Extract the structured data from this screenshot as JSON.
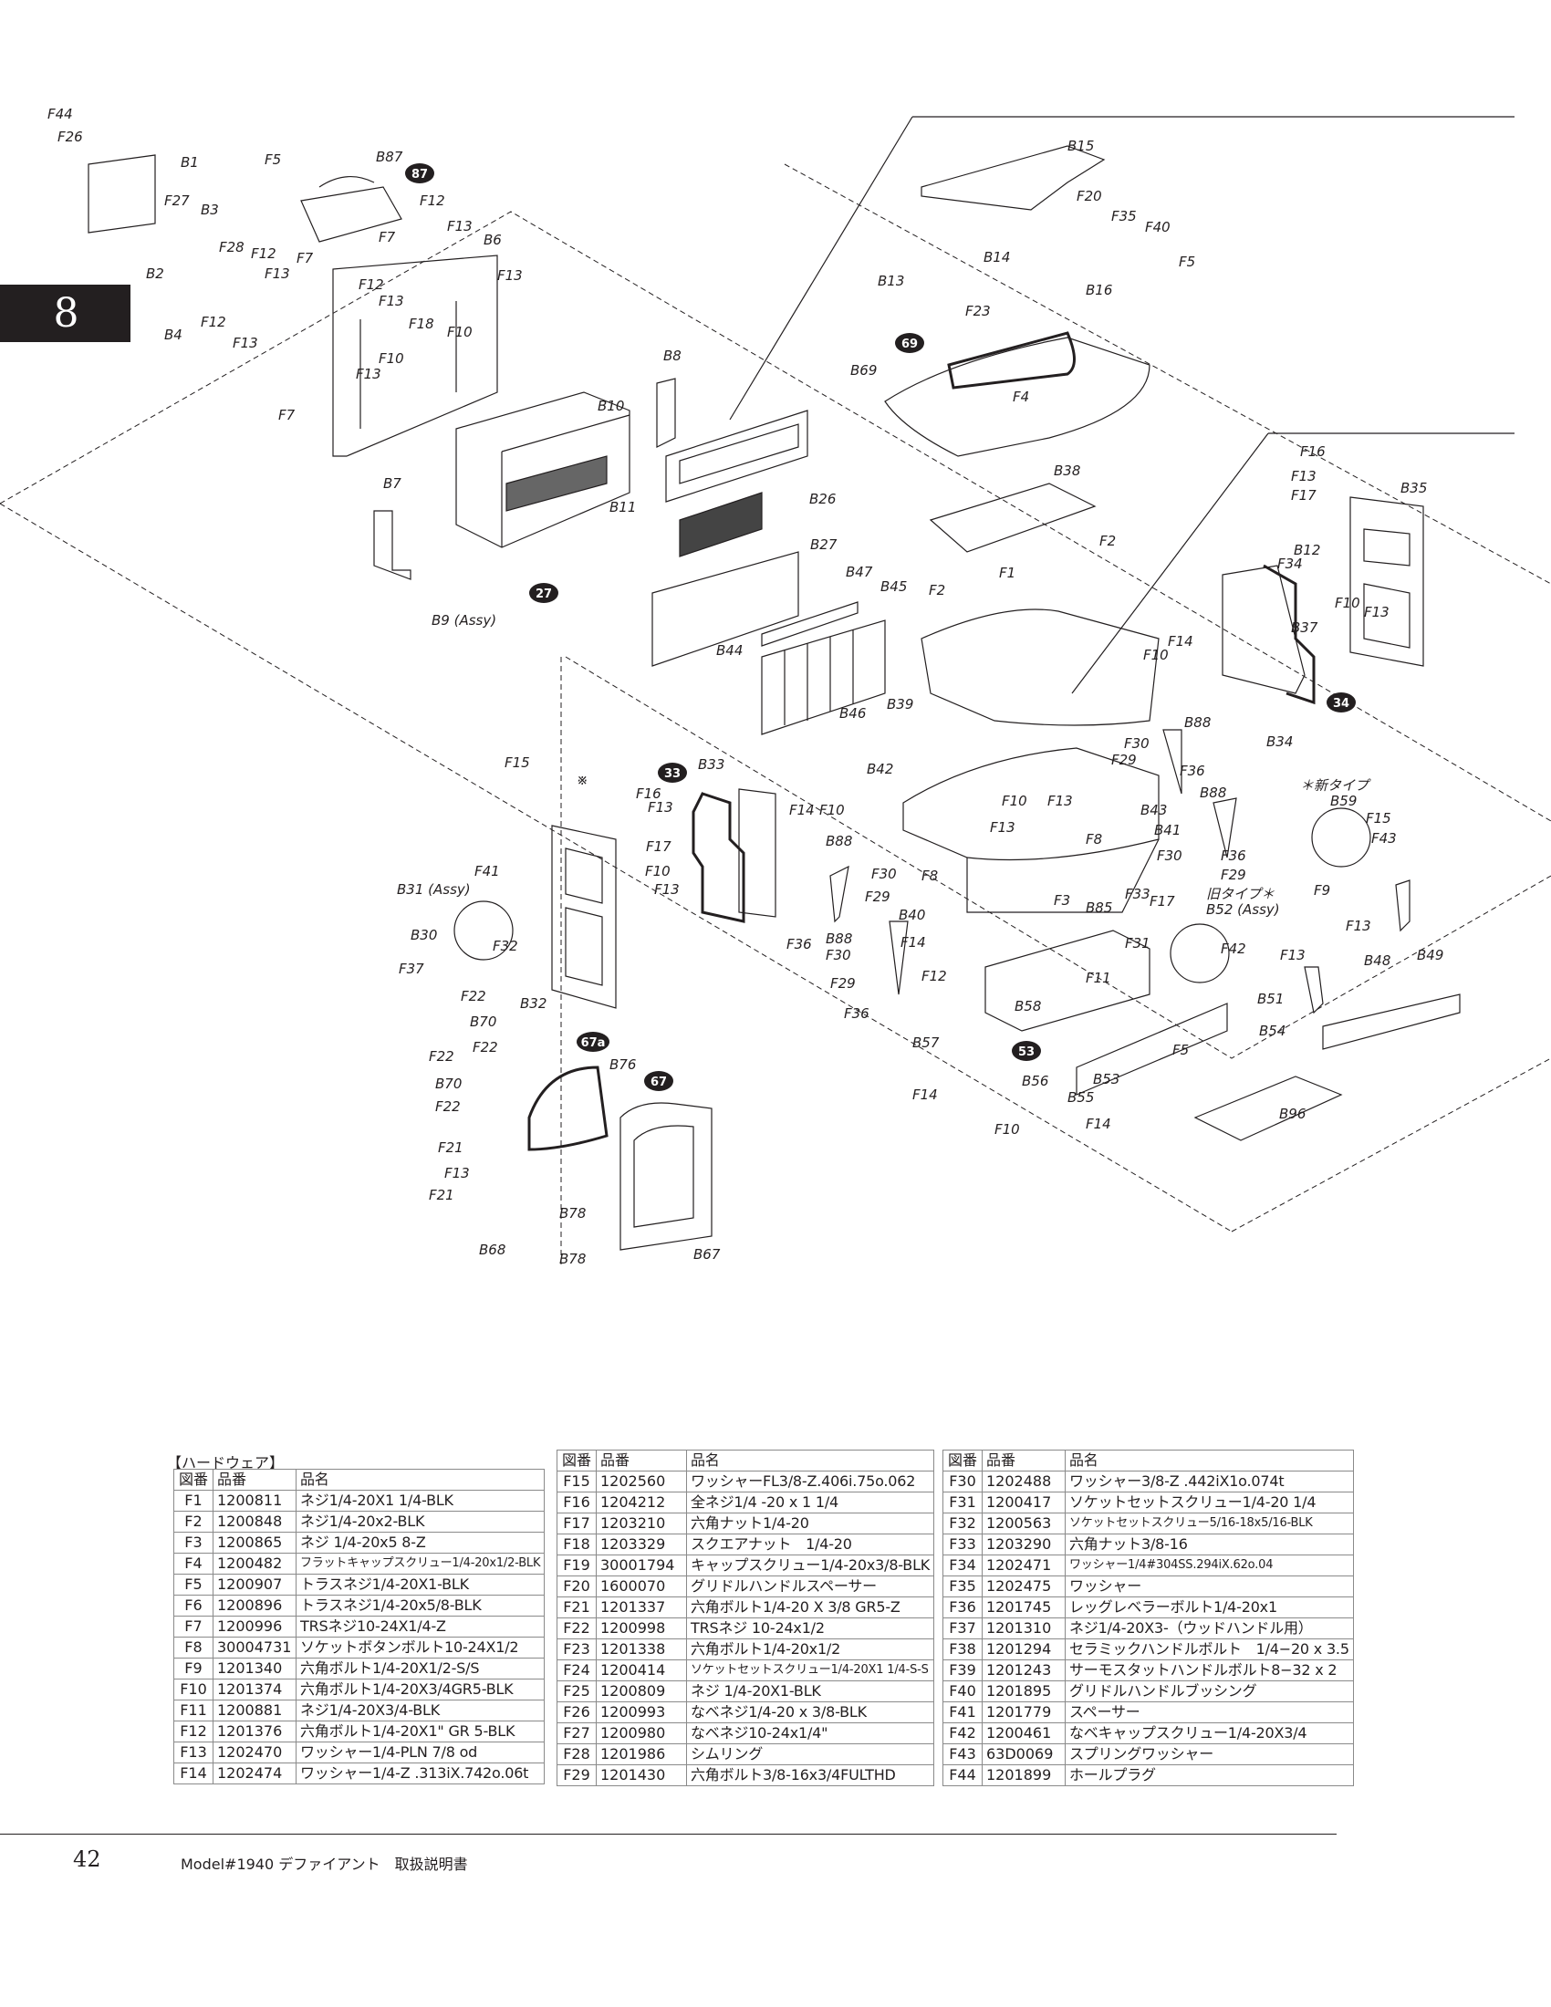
{
  "chapter_tab": "8",
  "diagram_labels": {
    "F44": "F44",
    "F26": "F26",
    "B1": "B1",
    "F27": "F27",
    "B3": "B3",
    "F28": "F28",
    "B2": "B2",
    "B4": "B4",
    "F12": "F12",
    "F13": "F13",
    "F7": "F7",
    "F5": "F5",
    "B87": "B87",
    "B6": "B6",
    "F10": "F10",
    "F18": "F18",
    "B7": "B7",
    "B9": "B9 (Assy)",
    "B10": "B10",
    "B11": "B11",
    "B8": "B8",
    "B26": "B26",
    "B27": "B27",
    "B15": "B15",
    "F20": "F20",
    "F35": "F35",
    "F40": "F40",
    "B14": "B14",
    "B16": "B16",
    "B13": "B13",
    "F23": "F23",
    "B69": "B69",
    "F4": "F4",
    "B38": "B38",
    "F2": "F2",
    "F1": "F1",
    "B47": "B47",
    "B45": "B45",
    "B44": "B44",
    "B46": "B46",
    "B39": "B39",
    "F16": "F16",
    "F17": "F17",
    "B35": "B35",
    "B12": "B12",
    "F34": "F34",
    "B37": "B37",
    "F14": "F14",
    "B34": "B34",
    "B88": "B88",
    "F30": "F30",
    "F29": "F29",
    "F36": "F36",
    "B59": "B59",
    "F15": "F15",
    "F43": "F43",
    "new_type": "＊新タイプ",
    "old_type": "旧タイプ＊",
    "B41": "B41",
    "B43": "B43",
    "F8": "F8",
    "B42": "B42",
    "B33": "B33",
    "B31": "B31 (Assy)",
    "F41": "F41",
    "B30": "B30",
    "F32": "F32",
    "F37": "F37",
    "B32": "B32",
    "F22": "F22",
    "B70": "B70",
    "B76": "B76",
    "F21": "F21",
    "B68": "B68",
    "B78": "B78",
    "B67": "B67",
    "B40": "B40",
    "F3": "F3",
    "B85": "B85",
    "F33": "F33",
    "B52": "B52 (Assy)",
    "F42": "F42",
    "F31": "F31",
    "F11": "F11",
    "B58": "B58",
    "B57": "B57",
    "B56": "B56",
    "B55": "B55",
    "B53": "B53",
    "B51": "B51",
    "B54": "B54",
    "B96": "B96",
    "F9": "F9",
    "B48": "B48",
    "B49": "B49",
    "note_mark": "※"
  },
  "badges": [
    "87",
    "69",
    "27",
    "33",
    "34",
    "67a",
    "67",
    "53"
  ],
  "hardware": {
    "title": "【ハードウェア】",
    "headers": {
      "code": "図番",
      "part": "品番",
      "name": "品名"
    },
    "columns": [
      [
        {
          "code": "F1",
          "part": "1200811",
          "name": "ネジ1/4-20X1 1/4-BLK"
        },
        {
          "code": "F2",
          "part": "1200848",
          "name": "ネジ1/4-20x2-BLK"
        },
        {
          "code": "F3",
          "part": "1200865",
          "name": "ネジ 1/4-20x5 8-Z"
        },
        {
          "code": "F4",
          "part": "1200482",
          "name": "フラットキャップスクリュー1/4-20x1/2-BLK"
        },
        {
          "code": "F5",
          "part": "1200907",
          "name": "トラスネジ1/4-20X1-BLK"
        },
        {
          "code": "F6",
          "part": "1200896",
          "name": "トラスネジ1/4-20x5/8-BLK"
        },
        {
          "code": "F7",
          "part": "1200996",
          "name": "TRSネジ10-24X1/4-Z"
        },
        {
          "code": "F8",
          "part": "30004731",
          "name": "ソケットボタンボルト10-24X1/2"
        },
        {
          "code": "F9",
          "part": "1201340",
          "name": "六角ボルト1/4-20X1/2-S/S"
        },
        {
          "code": "F10",
          "part": "1201374",
          "name": "六角ボルト1/4-20X3/4GR5-BLK"
        },
        {
          "code": "F11",
          "part": "1200881",
          "name": "ネジ1/4-20X3/4-BLK"
        },
        {
          "code": "F12",
          "part": "1201376",
          "name": "六角ボルト1/4-20X1\" GR 5-BLK"
        },
        {
          "code": "F13",
          "part": "1202470",
          "name": "ワッシャー1/4-PLN 7/8 od"
        },
        {
          "code": "F14",
          "part": "1202474",
          "name": "ワッシャー1/4-Z .313iX.742o.06t"
        }
      ],
      [
        {
          "code": "F15",
          "part": "1202560",
          "name": "ワッシャーFL3/8-Z.406i.75o.062"
        },
        {
          "code": "F16",
          "part": "1204212",
          "name": "全ネジ1/4 -20 x 1 1/4"
        },
        {
          "code": "F17",
          "part": "1203210",
          "name": "六角ナット1/4-20"
        },
        {
          "code": "F18",
          "part": "1203329",
          "name": "スクエアナット　1/4-20"
        },
        {
          "code": "F19",
          "part": "30001794",
          "name": "キャップスクリュー1/4-20x3/8-BLK"
        },
        {
          "code": "F20",
          "part": "1600070",
          "name": "グリドルハンドルスペーサー"
        },
        {
          "code": "F21",
          "part": "1201337",
          "name": "六角ボルト1/4-20 X 3/8 GR5-Z"
        },
        {
          "code": "F22",
          "part": "1200998",
          "name": "TRSネジ 10-24x1/2"
        },
        {
          "code": "F23",
          "part": "1201338",
          "name": "六角ボルト1/4-20x1/2"
        },
        {
          "code": "F24",
          "part": "1200414",
          "name": "ソケットセットスクリュー1/4-20X1 1/4-S-S"
        },
        {
          "code": "F25",
          "part": "1200809",
          "name": "ネジ 1/4-20X1-BLK"
        },
        {
          "code": "F26",
          "part": "1200993",
          "name": "なベネジ1/4-20 x 3/8-BLK"
        },
        {
          "code": "F27",
          "part": "1200980",
          "name": "なベネジ10-24x1/4\""
        },
        {
          "code": "F28",
          "part": "1201986",
          "name": "シムリング"
        },
        {
          "code": "F29",
          "part": "1201430",
          "name": "六角ボルト3/8-16x3/4FULTHD"
        }
      ],
      [
        {
          "code": "F30",
          "part": "1202488",
          "name": "ワッシャー3/8-Z .442iX1o.074t"
        },
        {
          "code": "F31",
          "part": "1200417",
          "name": "ソケットセットスクリュー1/4-20 1/4"
        },
        {
          "code": "F32",
          "part": "1200563",
          "name": "ソケットセットスクリュー5/16-18x5/16-BLK"
        },
        {
          "code": "F33",
          "part": "1203290",
          "name": "六角ナット3/8-16"
        },
        {
          "code": "F34",
          "part": "1202471",
          "name": "ワッシャー1/4#304SS.294iX.62o.04"
        },
        {
          "code": "F35",
          "part": "1202475",
          "name": "ワッシャー"
        },
        {
          "code": "F36",
          "part": "1201745",
          "name": "レッグレベラーボルト1/4-20x1"
        },
        {
          "code": "F37",
          "part": "1201310",
          "name": "ネジ1/4-20X3-（ウッドハンドル用）"
        },
        {
          "code": "F38",
          "part": "1201294",
          "name": "セラミックハンドルボルト　1/4−20 x 3.5"
        },
        {
          "code": "F39",
          "part": "1201243",
          "name": "サーモスタットハンドルボルト8−32 x 2"
        },
        {
          "code": "F40",
          "part": "1201895",
          "name": "グリドルハンドルブッシング"
        },
        {
          "code": "F41",
          "part": "1201779",
          "name": "スペーサー"
        },
        {
          "code": "F42",
          "part": "1200461",
          "name": "なベキャップスクリュー1/4-20X3/4"
        },
        {
          "code": "F43",
          "part": "63D0069",
          "name": "スプリングワッシャー"
        },
        {
          "code": "F44",
          "part": "1201899",
          "name": "ホールプラグ"
        }
      ]
    ]
  },
  "footer": {
    "page_number": "42",
    "manual_title": "Model#1940 デファイアント　取扱説明書"
  }
}
